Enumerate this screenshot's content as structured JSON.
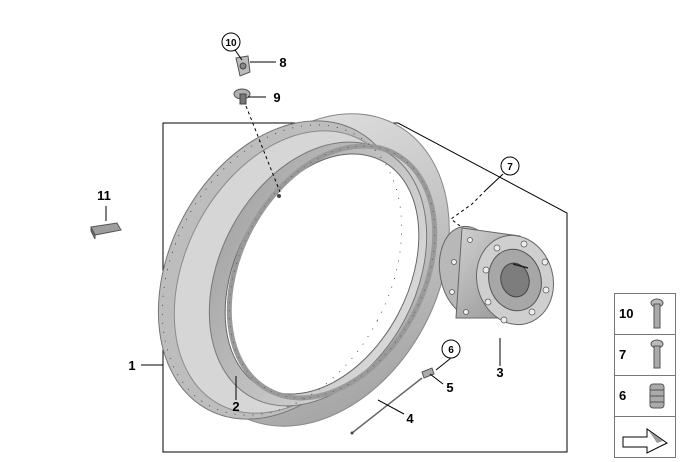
{
  "callouts": {
    "c1": "1",
    "c2": "2",
    "c3": "3",
    "c4": "4",
    "c5": "5",
    "c6": "6",
    "c7": "7",
    "c8": "8",
    "c9": "9",
    "c10": "10",
    "c11": "11"
  },
  "legend": {
    "items": [
      {
        "label": "10",
        "icon": "bolt-icon"
      },
      {
        "label": "7",
        "icon": "screw-icon"
      },
      {
        "label": "6",
        "icon": "threaded-sleeve-icon"
      }
    ],
    "footer_icon": "parts-arrow-icon"
  }
}
